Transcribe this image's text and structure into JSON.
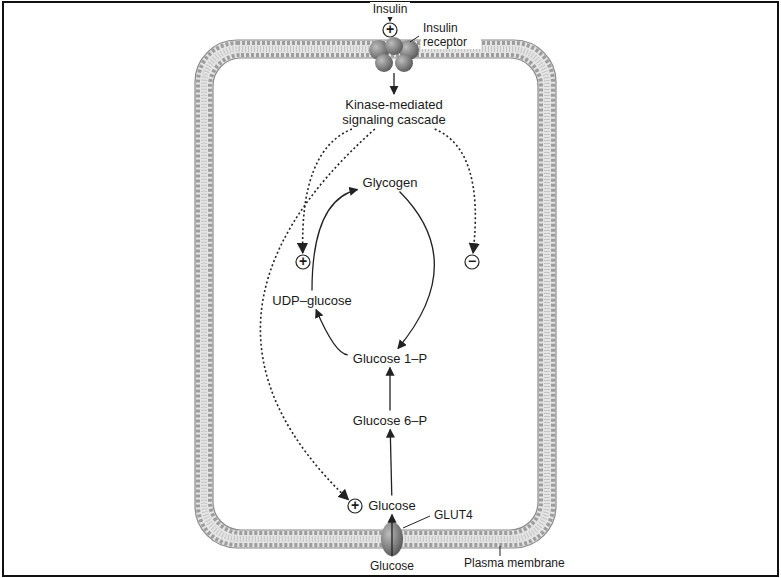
{
  "diagram": {
    "nodes": [
      {
        "text": [
          "Insulin"
        ]
      },
      {
        "text": [
          "+"
        ]
      },
      {
        "text": [
          "Kinase-mediated signaling cascade"
        ]
      },
      {
        "text": [
          "Glycogen"
        ]
      },
      {
        "text": [
          "+"
        ]
      },
      {
        "text": [
          "UDP–glucose"
        ]
      },
      {
        "text": [
          "−"
        ]
      },
      {
        "text": [
          "Glucose 1–P"
        ]
      },
      {
        "text": [
          "Glucose 6–P"
        ]
      },
      {
        "text": [
          "Glucose"
        ]
      },
      {
        "text": [
          "+"
        ]
      },
      {
        "text": [
          "Glucose"
        ]
      }
    ],
    "edges": [
      {
        "from": 0,
        "to": 1,
        "arrow": "to"
      },
      {
        "from": 2,
        "to": 4,
        "arrow": "to"
      },
      {
        "from": 2,
        "to": 6,
        "arrow": "to"
      },
      {
        "from": 2,
        "to": 10,
        "arrow": "to"
      },
      {
        "from": 7,
        "to": 5,
        "arrow": "to"
      },
      {
        "from": 5,
        "to": 3,
        "arrow": "to"
      },
      {
        "from": 3,
        "to": 7,
        "arrow": "to"
      },
      {
        "from": 8,
        "to": 7,
        "arrow": "to"
      },
      {
        "from": 9,
        "to": 8,
        "arrow": "to"
      },
      {
        "from": 11,
        "to": 9,
        "arrow": "to"
      }
    ],
    "labels": [
      "Insulin receptor",
      "GLUT4",
      "Plasma membrane"
    ]
  }
}
